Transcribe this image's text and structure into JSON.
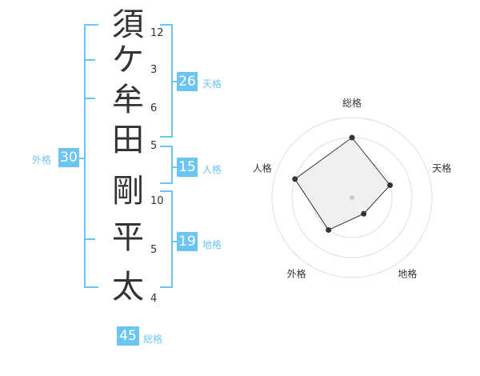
{
  "name_chars": [
    "須",
    "ケ",
    "牟",
    "田",
    "剛",
    "平",
    "太"
  ],
  "stroke_counts": [
    "12",
    "3",
    "6",
    "5",
    "10",
    "5",
    "4"
  ],
  "fortunes": {
    "tenkaku": {
      "label": "天格",
      "value": "26"
    },
    "jinkaku": {
      "label": "人格",
      "value": "15"
    },
    "chikaku": {
      "label": "地格",
      "value": "19"
    },
    "gaikaku": {
      "label": "外格",
      "value": "30"
    },
    "soukaku": {
      "label": "総格",
      "value": "45"
    }
  },
  "radar": {
    "axes": [
      "総格",
      "天格",
      "地格",
      "外格",
      "人格"
    ],
    "levels": 4,
    "values": [
      3,
      2,
      1,
      2,
      3
    ],
    "max": 4
  },
  "colors": {
    "accent": "#6cc4f2",
    "text": "#333333",
    "grid": "#dddddd",
    "fill": "#eeeeee"
  }
}
